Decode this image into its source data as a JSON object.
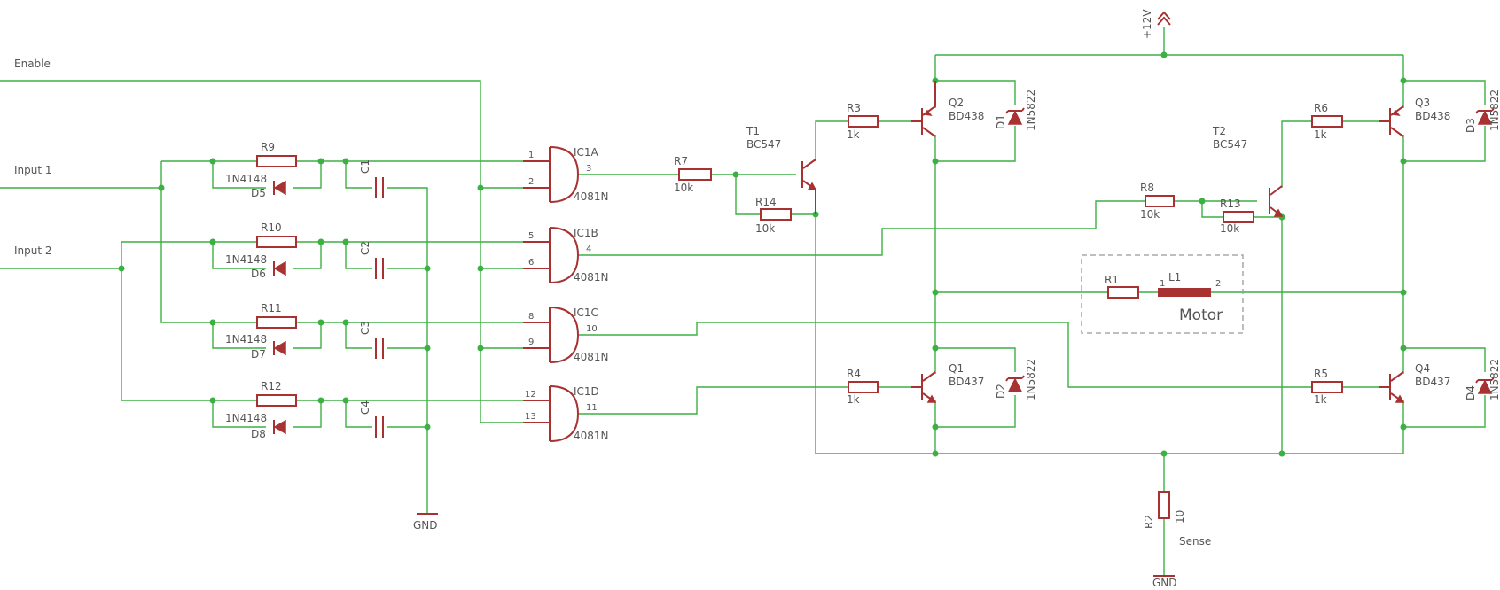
{
  "net_labels": {
    "enable": "Enable",
    "input1": "Input 1",
    "input2": "Input 2",
    "supply": "+12V",
    "gnd_left": "GND",
    "gnd_bottom": "GND",
    "sense": "Sense"
  },
  "resistors": {
    "r9": {
      "name": "R9"
    },
    "r10": {
      "name": "R10"
    },
    "r11": {
      "name": "R11"
    },
    "r12": {
      "name": "R12"
    },
    "r7": {
      "name": "R7",
      "value": "10k"
    },
    "r14": {
      "name": "R14",
      "value": "10k"
    },
    "r3": {
      "name": "R3",
      "value": "1k"
    },
    "r4": {
      "name": "R4",
      "value": "1k"
    },
    "r8": {
      "name": "R8",
      "value": "10k"
    },
    "r13": {
      "name": "R13",
      "value": "10k"
    },
    "r6": {
      "name": "R6",
      "value": "1k"
    },
    "r5": {
      "name": "R5",
      "value": "1k"
    },
    "r1": {
      "name": "R1"
    },
    "r2": {
      "name": "R2",
      "value": "10"
    }
  },
  "diodes": {
    "d5": {
      "name": "D5",
      "value": "1N4148"
    },
    "d6": {
      "name": "D6",
      "value": "1N4148"
    },
    "d7": {
      "name": "D7",
      "value": "1N4148"
    },
    "d8": {
      "name": "D8",
      "value": "1N4148"
    },
    "d1": {
      "name": "D1",
      "value": "1N5822"
    },
    "d2": {
      "name": "D2",
      "value": "1N5822"
    },
    "d3": {
      "name": "D3",
      "value": "1N5822"
    },
    "d4": {
      "name": "D4",
      "value": "1N5822"
    }
  },
  "capacitors": {
    "c1": "C1",
    "c2": "C2",
    "c3": "C3",
    "c4": "C4"
  },
  "gates": {
    "a": {
      "name": "IC1A",
      "part": "4081N",
      "in1": "1",
      "in2": "2",
      "out": "3"
    },
    "b": {
      "name": "IC1B",
      "part": "4081N",
      "in1": "5",
      "in2": "6",
      "out": "4"
    },
    "c": {
      "name": "IC1C",
      "part": "4081N",
      "in1": "8",
      "in2": "9",
      "out": "10"
    },
    "d": {
      "name": "IC1D",
      "part": "4081N",
      "in1": "12",
      "in2": "13",
      "out": "11"
    }
  },
  "transistors": {
    "t1": {
      "name": "T1",
      "part": "BC547"
    },
    "t2": {
      "name": "T2",
      "part": "BC547"
    },
    "q1": {
      "name": "Q1",
      "part": "BD437"
    },
    "q2": {
      "name": "Q2",
      "part": "BD438"
    },
    "q3": {
      "name": "Q3",
      "part": "BD438"
    },
    "q4": {
      "name": "Q4",
      "part": "BD437"
    }
  },
  "motor": {
    "name": "L1",
    "label": "Motor",
    "pin1": "1",
    "pin2": "2"
  },
  "colors": {
    "wire": "#3cb043",
    "component": "#a83232",
    "text": "#555555"
  }
}
